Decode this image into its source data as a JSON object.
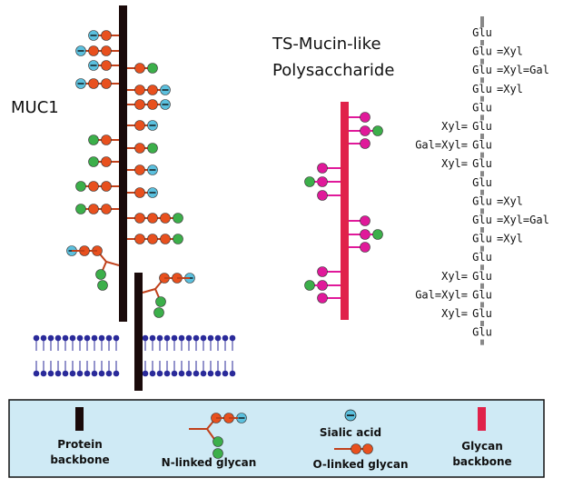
{
  "labels": {
    "muc1": "MUC1",
    "ts_title_line1": "TS-Mucin-like",
    "ts_title_line2": "Polysaccharide"
  },
  "legend": {
    "protein_backbone_line1": "Protein",
    "protein_backbone_line2": "backbone",
    "n_linked": "N-linked glycan",
    "sialic_acid": "Sialic acid",
    "o_linked": "O-linked glycan",
    "glycan_backbone_line1": "Glycan",
    "glycan_backbone_line2": "backbone"
  },
  "sugar_chain": [
    {
      "left": "",
      "center": "Glu",
      "right": ""
    },
    {
      "left": "",
      "center": "Glu",
      "right": "Xyl"
    },
    {
      "left": "",
      "center": "Glu",
      "right": "Xyl=Gal"
    },
    {
      "left": "",
      "center": "Glu",
      "right": "Xyl"
    },
    {
      "left": "",
      "center": "Glu",
      "right": ""
    },
    {
      "left": "Xyl",
      "center": "Glu",
      "right": ""
    },
    {
      "left": "Gal=Xyl",
      "center": "Glu",
      "right": ""
    },
    {
      "left": "Xyl",
      "center": "Glu",
      "right": ""
    },
    {
      "left": "",
      "center": "Glu",
      "right": ""
    },
    {
      "left": "",
      "center": "Glu",
      "right": "Xyl"
    },
    {
      "left": "",
      "center": "Glu",
      "right": "Xyl=Gal"
    },
    {
      "left": "",
      "center": "Glu",
      "right": "Xyl"
    },
    {
      "left": "",
      "center": "Glu",
      "right": ""
    },
    {
      "left": "Xyl",
      "center": "Glu",
      "right": ""
    },
    {
      "left": "Gal=Xyl",
      "center": "Glu",
      "right": ""
    },
    {
      "left": "Xyl",
      "center": "Glu",
      "right": ""
    },
    {
      "left": "",
      "center": "Glu",
      "right": ""
    }
  ],
  "sialic_symbol": "⊖",
  "colors": {
    "protein": "#1a0a0a",
    "orange": "#e8501e",
    "green": "#3caf4a",
    "sialic": "#5bc0de",
    "magenta": "#e0199a",
    "glycan_backbone": "#e0224a",
    "membrane": "#2a2a9a",
    "legend_bg": "#cfeaf5"
  }
}
